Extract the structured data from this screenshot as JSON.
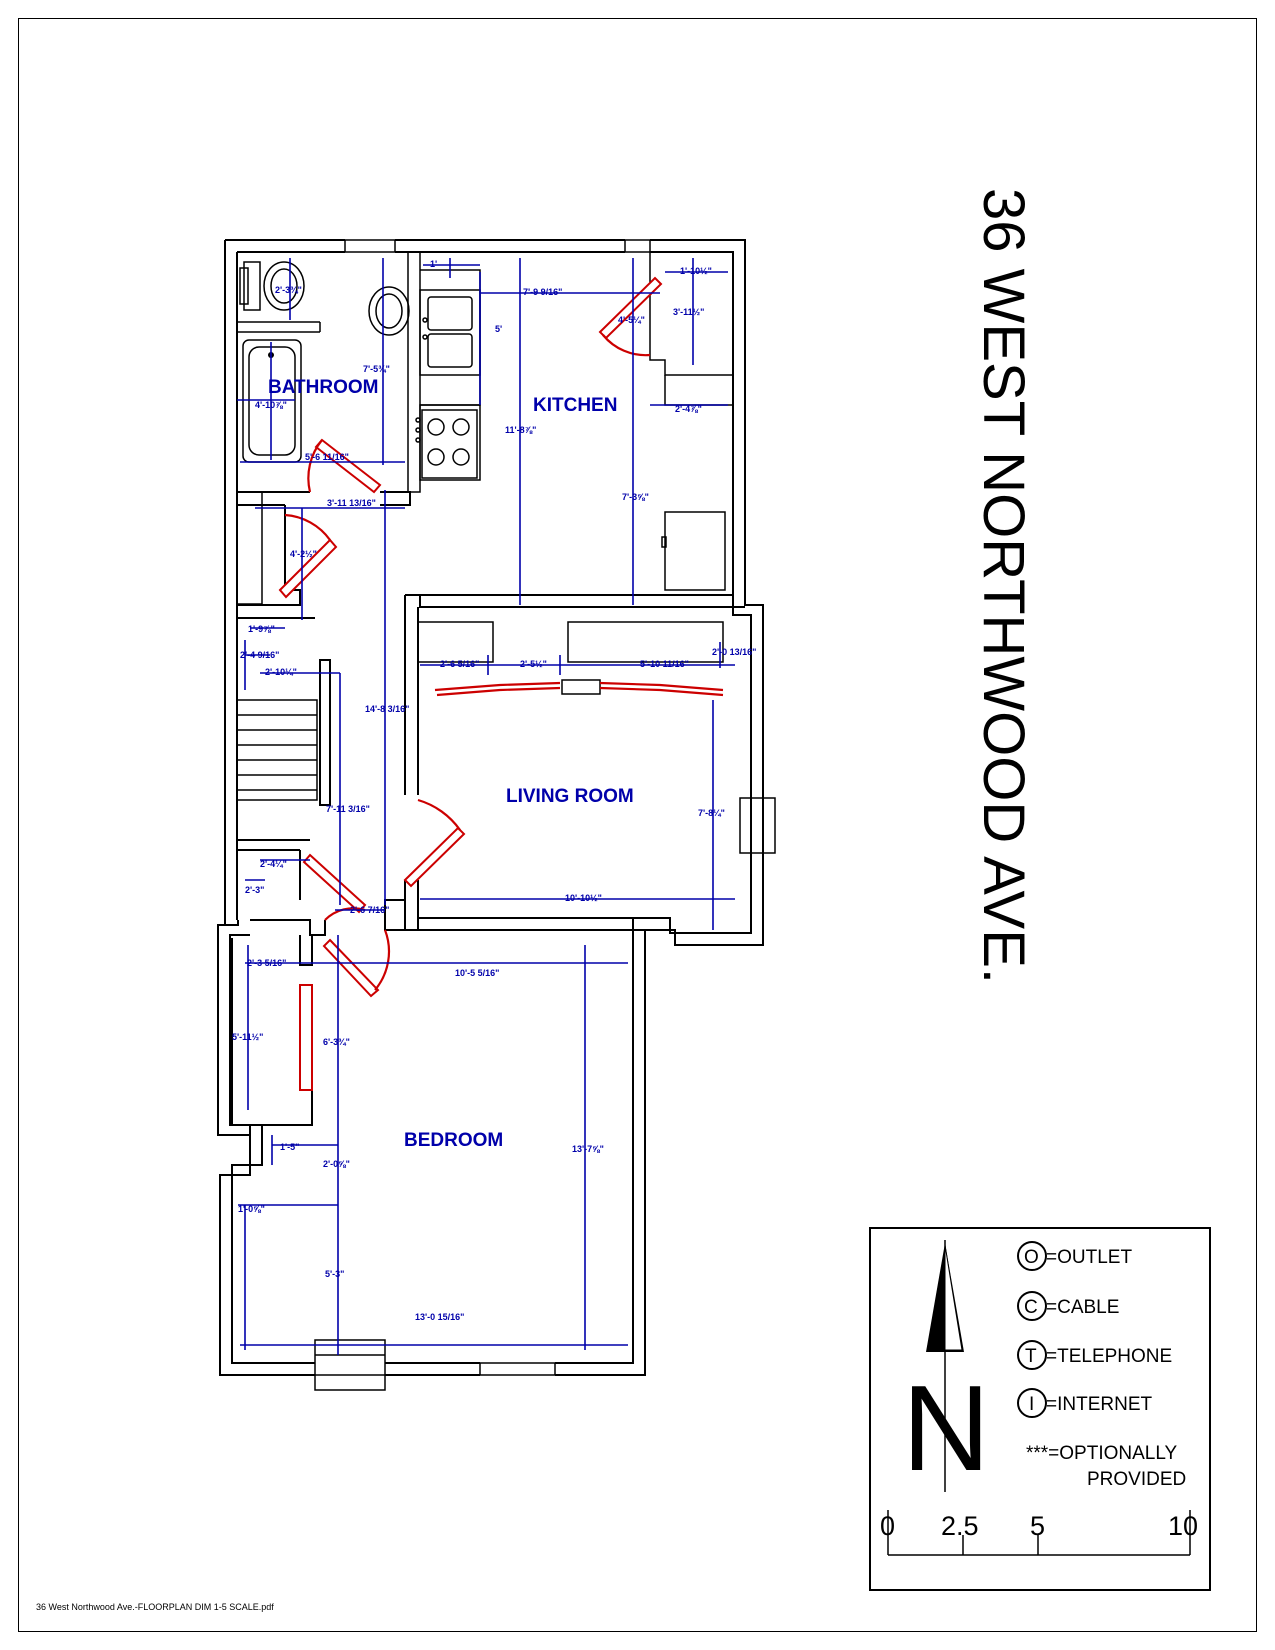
{
  "title": "36 WEST NORTHWOOD AVE.",
  "rooms": {
    "bathroom": "BATHROOM",
    "kitchen": "KITCHEN",
    "living_room": "LIVING ROOM",
    "bedroom": "BEDROOM"
  },
  "dimensions": {
    "toilet": "2'-3¾\"",
    "bath_height": "4'-10⅞\"",
    "bath_sink_depth": "7'-5¾\"",
    "bath_width": "5'-6 11/16\"",
    "hall_width": "3'-11 13/16\"",
    "closet_door": "4'-2½\"",
    "counter_short": "1'",
    "kitchen_height": "11'-8⅞\"",
    "kitchen_width": "7'-9 9/16\"",
    "kitchen_depth": "7'-3⅝\"",
    "pantry_width": "1'-10½\"",
    "pantry_depth": "3'-11½\"",
    "pantry_door": "4'-5¼\"",
    "pantry_right": "2'-4⅞\"",
    "sink_counter": "5'",
    "stair_top_a": "1'-9⅞\"",
    "stair_top_b": "2'-4 9/16\"",
    "stair_top_c": "2'-10¼\"",
    "hall_long": "14'-8 3/16\"",
    "stair_length": "7'-11 3/16\"",
    "closet_lower_a": "2'-4¼\"",
    "closet_lower_b": "2'-3\"",
    "door_lower": "2'-6 7/16\"",
    "lr_top_a": "2'-6 5/16\"",
    "lr_top_b": "2'-5½\"",
    "lr_top_c": "5'-10 11/16\"",
    "lr_top_d": "2'-0 13/16\"",
    "lr_height": "7'-8¼\"",
    "lr_width": "10'-10½\"",
    "bed_closet_top": "2'-3 5/16\"",
    "bed_width_top": "10'-5 5/16\"",
    "bed_closet_height": "5'-11½\"",
    "bed_closet_inner": "6'-3¾\"",
    "bed_offset_a": "1'-5\"",
    "bed_offset_b": "2'-0⅝\"",
    "bed_height": "13'-7⅝\"",
    "bed_offset_c": "1'-0⅝\"",
    "bed_lower": "5'-3\"",
    "bed_width": "13'-0 15/16\""
  },
  "legend": {
    "outlet_symbol": "O",
    "outlet": "=OUTLET",
    "cable_symbol": "C",
    "cable": "=CABLE",
    "telephone_symbol": "T",
    "telephone": "=TELEPHONE",
    "internet_symbol": "I",
    "internet": "=INTERNET",
    "optional_1": "***=OPTIONALLY",
    "optional_2": "PROVIDED",
    "north": "N",
    "scale_labels": [
      "0",
      "2.5",
      "5",
      "10"
    ]
  },
  "footer": "36 West Northwood Ave.-FLOORPLAN DIM 1-5 SCALE.pdf",
  "colors": {
    "dimension": "#0000aa",
    "door": "#cc0000",
    "wall": "#000000"
  }
}
